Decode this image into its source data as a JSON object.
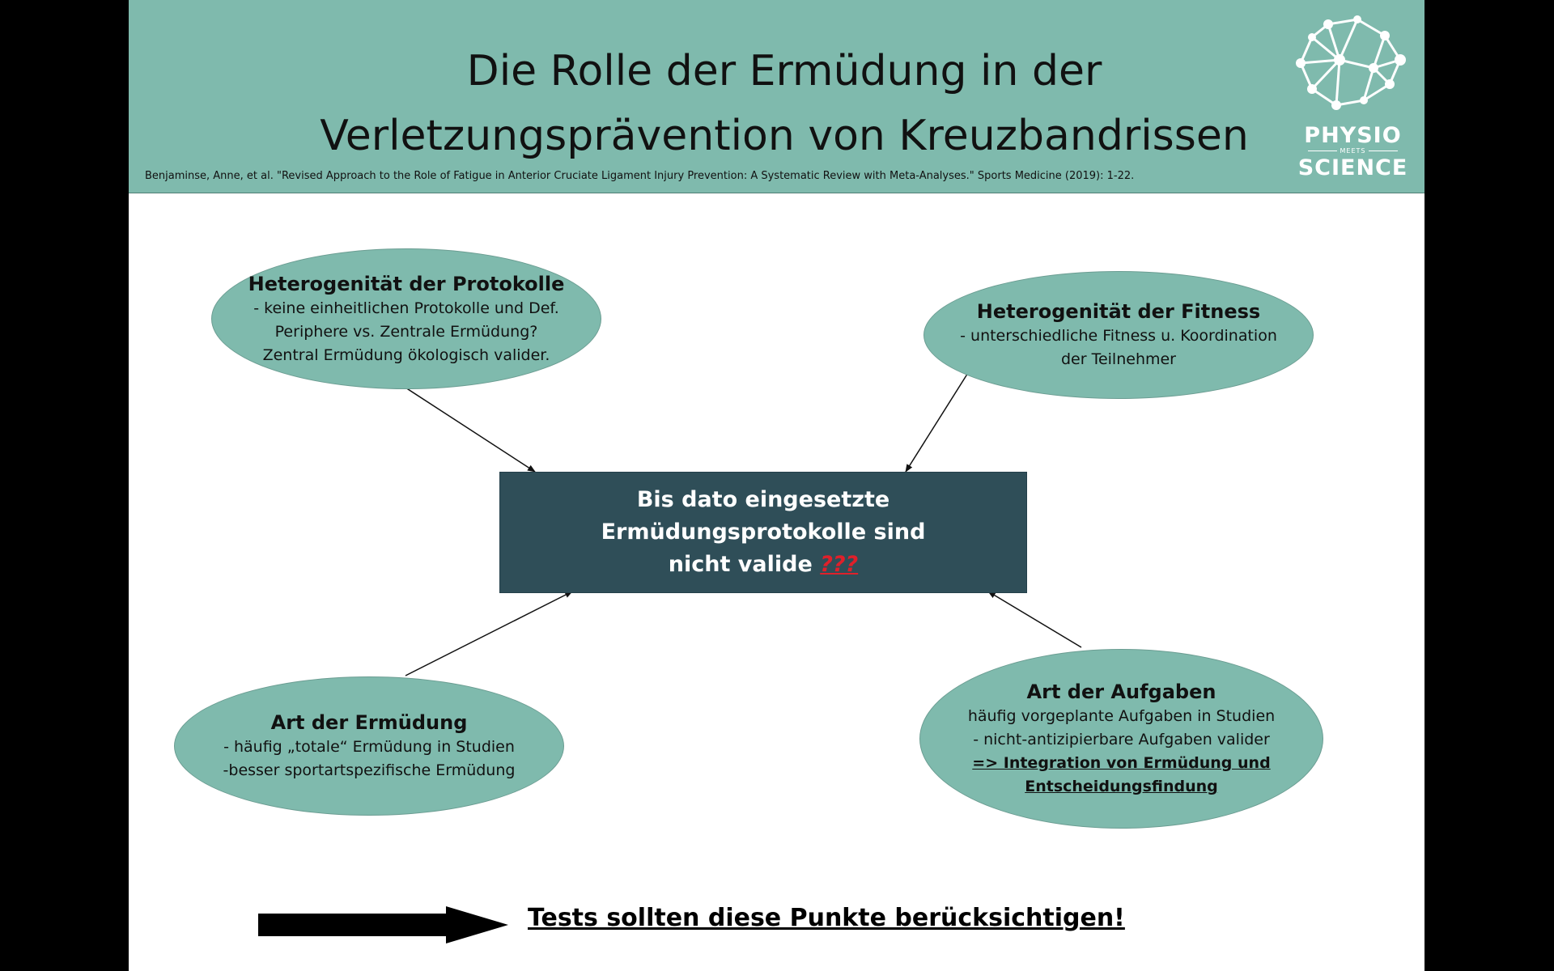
{
  "header": {
    "title_line1": "Die Rolle der Ermüdung in der",
    "title_line2": "Verletzungsprävention von Kreuzbandrissen",
    "citation": "Benjaminse, Anne, et al. \"Revised Approach to the Role of Fatigue in Anterior Cruciate Ligament Injury Prevention: A Systematic Review with Meta-Analyses.\" Sports Medicine (2019): 1-22.",
    "logo": {
      "word1": "PHYSIO",
      "word2": "MEETS",
      "word3": "SCIENCE"
    }
  },
  "nodes": {
    "protokolle": {
      "title": "Heterogenität der Protokolle",
      "lines": [
        "- keine einheitlichen Protokolle und Def.",
        "Periphere vs. Zentrale Ermüdung?",
        "Zentral Ermüdung ökologisch valider."
      ]
    },
    "fitness": {
      "title": "Heterogenität der Fitness",
      "lines": [
        "- unterschiedliche Fitness u. Koordination",
        "der Teilnehmer"
      ]
    },
    "ermuedung": {
      "title": "Art der Ermüdung",
      "lines": [
        "- häufig „totale“ Ermüdung in Studien",
        "-besser sportartspezifische Ermüdung"
      ]
    },
    "aufgaben": {
      "title": "Art der Aufgaben",
      "lines": [
        "häufig vorgeplante Aufgaben in Studien",
        "- nicht-antizipierbare Aufgaben valider"
      ],
      "emphasis": [
        "=> Integration von Ermüdung und",
        "Entscheidungsfindung"
      ]
    }
  },
  "center": {
    "line1": "Bis dato eingesetzte",
    "line2": "Ermüdungsprotokolle sind",
    "line3": "nicht valide",
    "question": "???"
  },
  "conclusion": "Tests sollten diese Punkte berücksichtigen!",
  "colors": {
    "header_bg": "#7fbaad",
    "ellipse_fill": "#7fbaad",
    "center_fill": "#2f4e58",
    "question_red": "#e0202a"
  }
}
